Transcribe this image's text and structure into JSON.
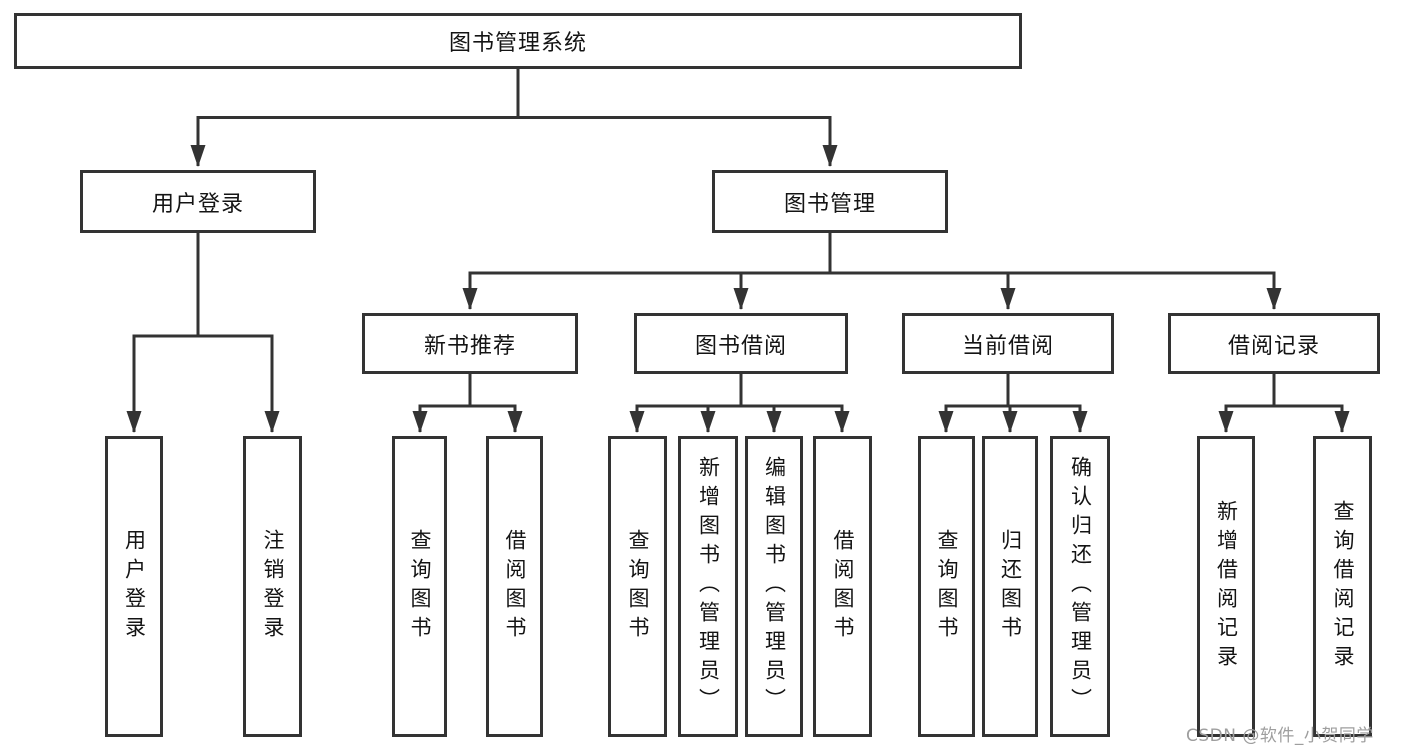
{
  "watermark": "CSDN @软件_小贺同学",
  "colors": {
    "line": "#333333",
    "text": "#141414",
    "watermark_text": "#9e9e9e",
    "background": "#ffffff"
  },
  "tree": {
    "root": "图书管理系统",
    "branches": [
      {
        "label": "用户登录",
        "children": [
          "用户登录",
          "注销登录"
        ]
      },
      {
        "label": "图书管理",
        "children": [
          {
            "label": "新书推荐",
            "children": [
              "查询图书",
              "借阅图书"
            ]
          },
          {
            "label": "图书借阅",
            "children": [
              "查询图书",
              "新增图书（管理员）",
              "编辑图书（管理员）",
              "借阅图书"
            ]
          },
          {
            "label": "当前借阅",
            "children": [
              "查询图书",
              "归还图书",
              "确认归还（管理员）"
            ]
          },
          {
            "label": "借阅记录",
            "children": [
              "新增借阅记录",
              "查询借阅记录"
            ]
          }
        ]
      }
    ]
  }
}
